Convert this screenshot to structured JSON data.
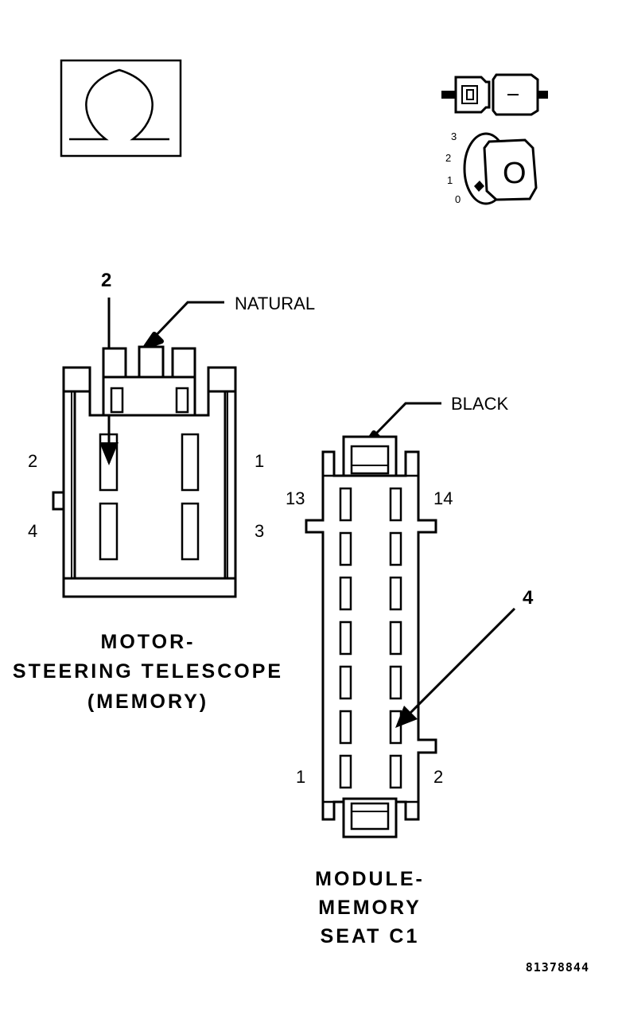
{
  "icons": {
    "ohm_symbol": "ohm-icon",
    "plug": "connector-plug-icon",
    "ignition": "ignition-key-icon",
    "ignition_positions": [
      "3",
      "2",
      "1",
      "0"
    ],
    "ignition_key_label": "O"
  },
  "telescope_connector": {
    "callout_number": "2",
    "wire_color": "NATURAL",
    "pins": {
      "p1": "1",
      "p2": "2",
      "p3": "3",
      "p4": "4"
    },
    "title_lines": [
      "MOTOR-",
      "STEERING TELESCOPE",
      "(MEMORY)"
    ]
  },
  "memory_seat_connector": {
    "callout_number": "4",
    "wire_color": "BLACK",
    "pins": {
      "p13": "13",
      "p14": "14",
      "p1": "1",
      "p2": "2"
    },
    "title_lines": [
      "MODULE-",
      "MEMORY",
      "SEAT C1"
    ]
  },
  "figure_id": "81378844"
}
